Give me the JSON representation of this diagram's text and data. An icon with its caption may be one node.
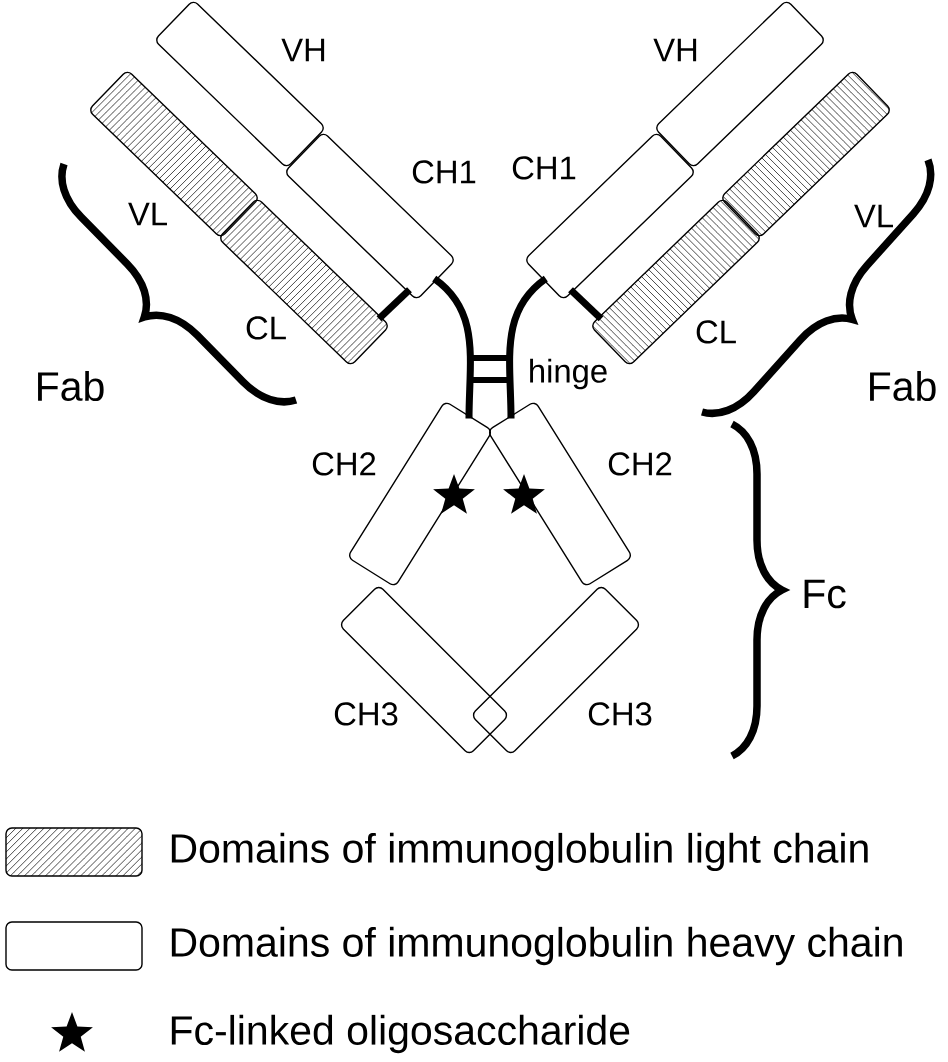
{
  "diagram": {
    "nodes": [
      {
        "text": [
          "VH"
        ]
      },
      {
        "text": [
          "CH1"
        ]
      },
      {
        "text": [
          "VL"
        ]
      },
      {
        "text": [
          "CL"
        ]
      },
      {
        "text": [
          "VH"
        ]
      },
      {
        "text": [
          "CH1"
        ]
      },
      {
        "text": [
          "VL"
        ]
      },
      {
        "text": [
          "CL"
        ]
      },
      {
        "text": [
          "CH2"
        ]
      },
      {
        "text": [
          "CH2"
        ]
      },
      {
        "text": [
          "CH3"
        ]
      },
      {
        "text": [
          "CH3"
        ]
      }
    ],
    "edges": [
      {
        "from": 3,
        "to": 1,
        "arrow": "none"
      },
      {
        "from": 7,
        "to": 5,
        "arrow": "none"
      },
      {
        "from": 1,
        "to": 8,
        "arrow": "none"
      },
      {
        "from": 5,
        "to": 9,
        "arrow": "none"
      }
    ],
    "labels": [
      "hinge",
      "Fab",
      "Fab",
      "Fc"
    ],
    "legend": [
      {
        "text": "Domains of immunoglobulin light chain"
      },
      {
        "text": "Domains of immunoglobulin heavy chain"
      },
      {
        "text": "Fc-linked oligosaccharide"
      }
    ]
  }
}
